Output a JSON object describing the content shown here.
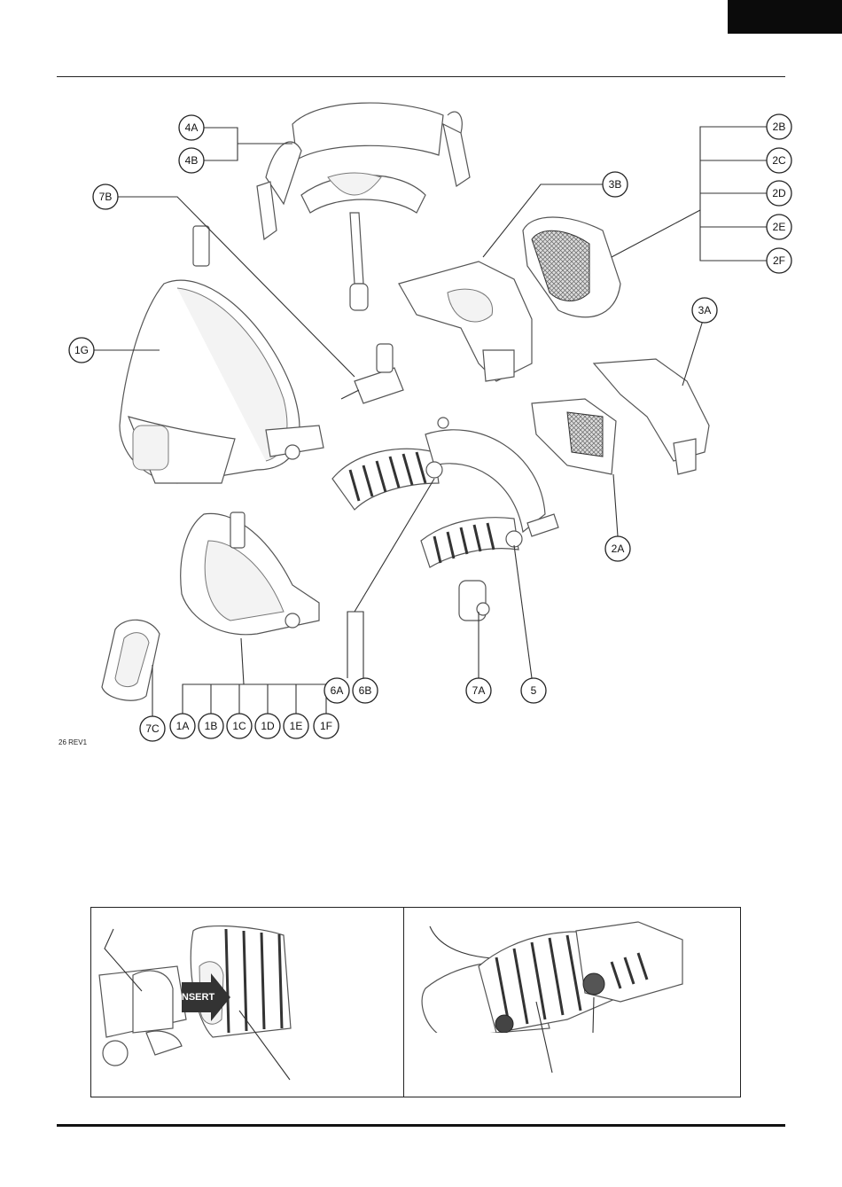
{
  "figure_code": "26 REV1",
  "insert_label": "INSERT",
  "callouts": {
    "c4A": "4A",
    "c4B": "4B",
    "c7B": "7B",
    "c3B": "3B",
    "c2B": "2B",
    "c2C": "2C",
    "c2D": "2D",
    "c2E": "2E",
    "c2F": "2F",
    "c3A": "3A",
    "c1G": "1G",
    "c2A": "2A",
    "c6A": "6A",
    "c6B": "6B",
    "c7A": "7A",
    "c5": "5",
    "c7C": "7C",
    "c1A": "1A",
    "c1B": "1B",
    "c1C": "1C",
    "c1D": "1D",
    "c1E": "1E",
    "c1F": "1F"
  }
}
